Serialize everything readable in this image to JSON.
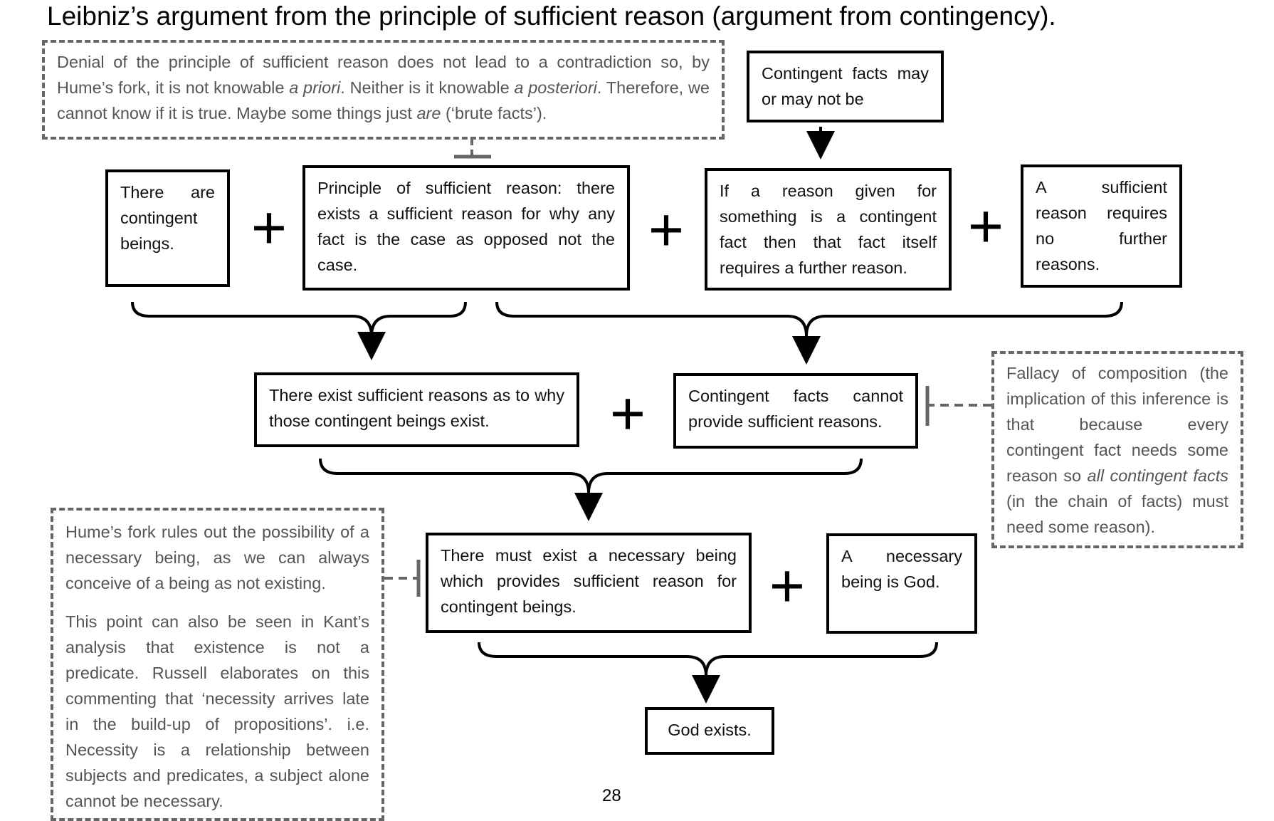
{
  "title": "Leibniz’s argument from the principle of sufficient reason (argument from contingency).",
  "objection_top": {
    "parts": [
      "Denial of the principle of sufficient reason does not lead to a contradiction so, by Hume’s fork, it is not knowable ",
      "a priori",
      ". Neither is it knowable ",
      "a posteriori",
      ". Therefore, we cannot know if it is true. Maybe some things just ",
      "are",
      " (‘brute facts’)."
    ]
  },
  "contingent_facts": "Contingent facts may or may not be",
  "premises": {
    "p1": "There are contingent beings.",
    "p2": "Principle of sufficient reason: there exists a sufficient reason for why any fact is the case as opposed not the case.",
    "p3": "If a reason given for something is a contingent fact then that fact itself requires a further reason.",
    "p4": "A sufficient reason requires no further reasons."
  },
  "intermediate": {
    "i1": "There exist sufficient reasons as to why those contingent beings exist.",
    "i2": "Contingent facts cannot provide sufficient reasons."
  },
  "objection_composition": {
    "parts": [
      "Fallacy of composition (the implication of this inference is that because every contingent fact needs some reason so ",
      "all contingent facts",
      " (in the chain of facts) must need some reason)."
    ]
  },
  "necessary": {
    "n1": "There must exist a necessary being which provides sufficient reason for contingent beings.",
    "n2": "A necessary being is God."
  },
  "objection_hume": {
    "para1": "Hume’s fork rules out the possibility of a necessary being, as we can always conceive of a being as not existing.",
    "para2": "This point can also be seen in Kant’s analysis that existence is not a predicate. Russell elaborates on this commenting that ‘necessity arrives late in the build-up of propositions’. i.e. Necessity is a relationship between subjects and predicates, a subject alone cannot be necessary."
  },
  "conclusion": "God exists.",
  "plus_sign": "+",
  "page_number": "28"
}
